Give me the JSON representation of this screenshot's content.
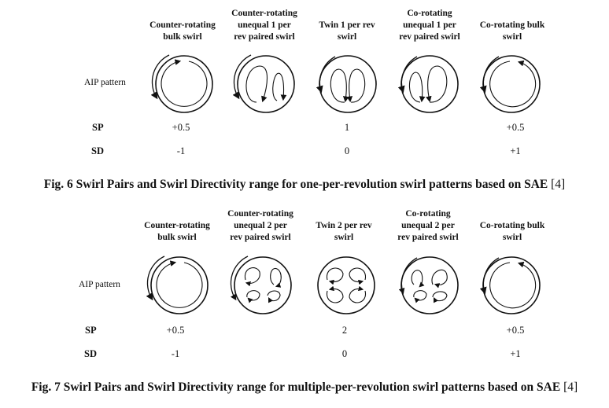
{
  "fig6": {
    "headers": [
      "Counter-rotating bulk swirl",
      "Counter-rotating unequal 1 per rev paired swirl",
      "Twin 1 per rev swirl",
      "Co-rotating unequal 1 per rev paired swirl",
      "Co-rotating bulk swirl"
    ],
    "headers_lines": [
      [
        "Counter-rotating",
        "bulk swirl"
      ],
      [
        "Counter-rotating",
        "unequal 1 per",
        "rev paired swirl"
      ],
      [
        "Twin 1 per rev",
        "swirl"
      ],
      [
        "Co-rotating",
        "unequal 1 per",
        "rev paired swirl"
      ],
      [
        "Co-rotating bulk",
        "swirl"
      ]
    ],
    "aip_label": "AIP pattern",
    "sp_label": "SP",
    "sd_label": "SD",
    "sp_values": [
      "+0.5",
      "1",
      "+0.5"
    ],
    "sd_values": [
      "-1",
      "0",
      "+1"
    ],
    "caption": "Fig. 6 Swirl Pairs and Swirl Directivity range for one-per-revolution swirl patterns based on SAE",
    "caption_ref": "[4]"
  },
  "fig7": {
    "headers_lines": [
      [
        "Counter-rotating",
        "bulk swirl"
      ],
      [
        "Counter-rotating",
        "unequal 2 per",
        "rev paired swirl"
      ],
      [
        "Twin 2 per rev",
        "swirl"
      ],
      [
        "Co-rotating",
        "unequal 2 per",
        "rev paired swirl"
      ],
      [
        "Co-rotating bulk",
        "swirl"
      ]
    ],
    "aip_label": "AIP pattern",
    "sp_label": "SP",
    "sd_label": "SD",
    "sp_values": [
      "+0.5",
      "2",
      "+0.5"
    ],
    "sd_values": [
      "-1",
      "0",
      "+1"
    ],
    "caption": "Fig. 7 Swirl Pairs and Swirl Directivity range for multiple-per-revolution swirl patterns based on SAE",
    "caption_ref": "[4]"
  }
}
